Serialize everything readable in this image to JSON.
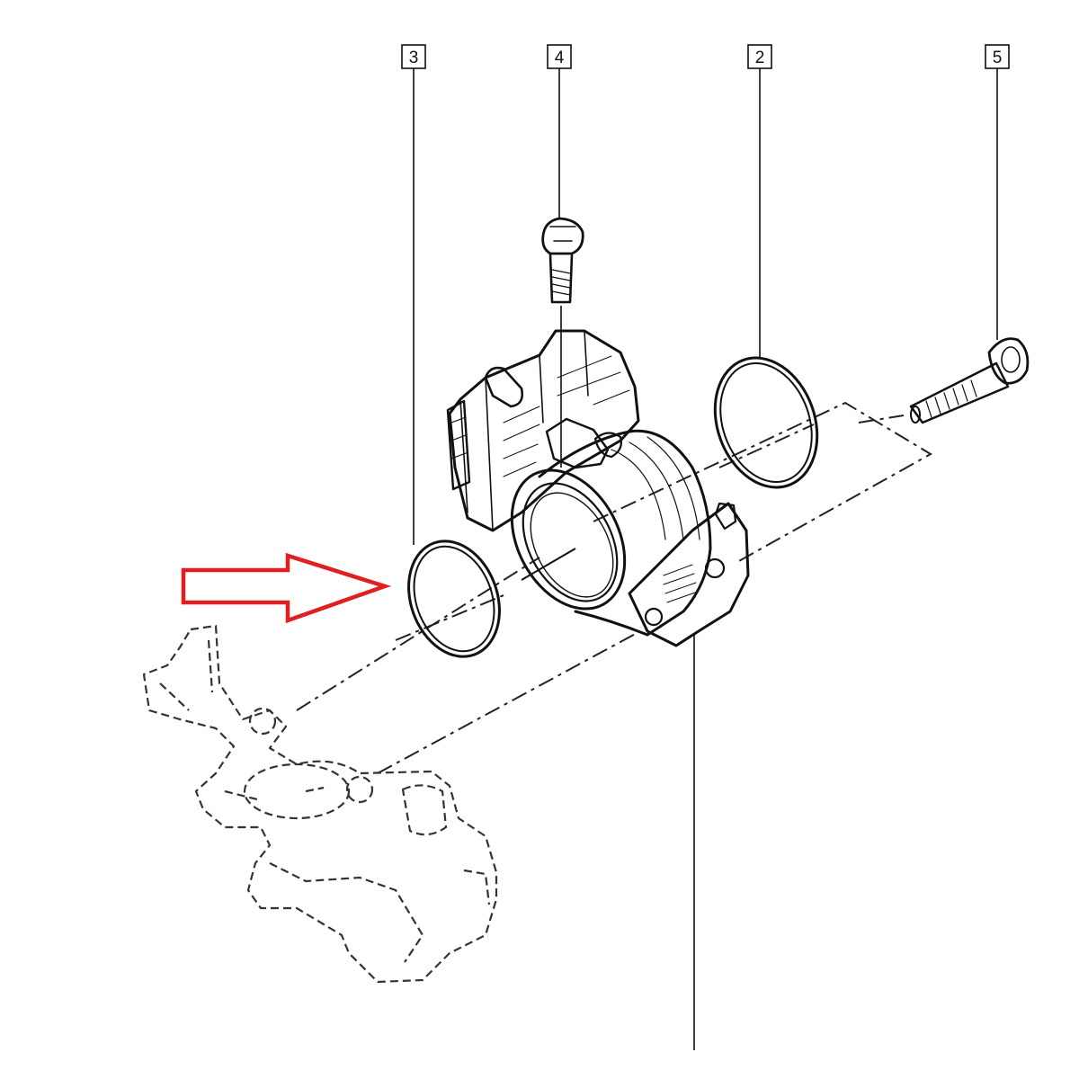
{
  "callouts": [
    {
      "id": "3",
      "label": "3"
    },
    {
      "id": "4",
      "label": "4"
    },
    {
      "id": "2",
      "label": "2"
    },
    {
      "id": "5",
      "label": "5"
    }
  ],
  "colors": {
    "ink": "#111111",
    "highlight_arrow": "#e02020",
    "background": "#ffffff"
  }
}
